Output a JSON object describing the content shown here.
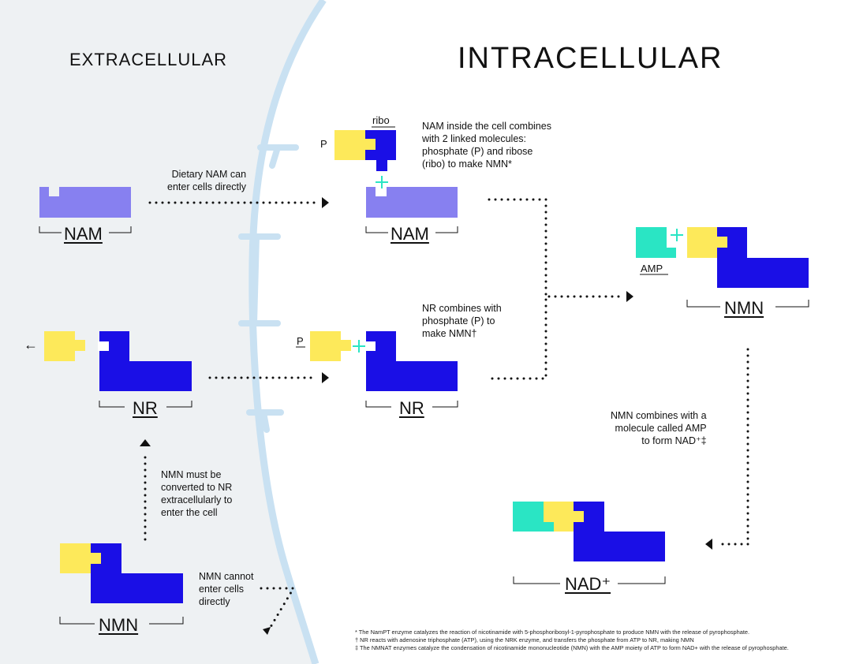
{
  "colors": {
    "extracellular_bg": "#eef1f3",
    "membrane": "#c9e1f2",
    "nam_purple": "#8780f0",
    "blue": "#1a0fe6",
    "yellow": "#fde95a",
    "teal": "#2ae5c4",
    "plus": "#2ae5c4",
    "text": "#111111"
  },
  "titles": {
    "extracellular": "EXTRACELLULAR",
    "intracellular": "INTRACELLULAR"
  },
  "captions": {
    "dietary_nam": [
      "Dietary NAM can",
      "enter cells directly"
    ],
    "nam_inside": [
      "NAM inside the cell combines",
      "with 2 linked molecules:",
      "phosphate (P) and ribose",
      "(ribo) to make NMN*"
    ],
    "nr_combines": [
      "NR combines with",
      "phosphate (P) to",
      "make NMN†"
    ],
    "nmn_amp": [
      "NMN combines with a",
      "molecule called AMP",
      "to form NAD⁺‡"
    ],
    "nmn_convert": [
      "NMN must be",
      "converted to NR",
      "extracellularly to",
      "enter the cell"
    ],
    "nmn_cannot": [
      "NMN cannot",
      "enter cells",
      "directly"
    ]
  },
  "labels": {
    "nam_left": "NAM",
    "nam_right": "NAM",
    "nr_left": "NR",
    "nr_right": "NR",
    "nmn_right": "NMN",
    "nmn_bottom": "NMN",
    "nad": "NAD⁺",
    "ribo": "ribo",
    "p_top": "P",
    "p_nr": "P",
    "amp": "AMP",
    "arrow_left": "←"
  },
  "footnotes": [
    "* The NamPT enzyme catalyzes the reaction of nicotinamide with 5-phosphoribosyl-1-pyrophosphate to produce NMN with the release of pyrophosphate.",
    "† NR reacts with adenosine triphosphate (ATP), using the NRK enzyme, and transfers the phosphate from ATP to NR, making NMN",
    "‡ The NMNAT enzymes catalyze the condensation of nicotinamide mononucleotide (NMN) with the AMP moiety of ATP to form NAD+ with the release of pyrophosphate."
  ]
}
